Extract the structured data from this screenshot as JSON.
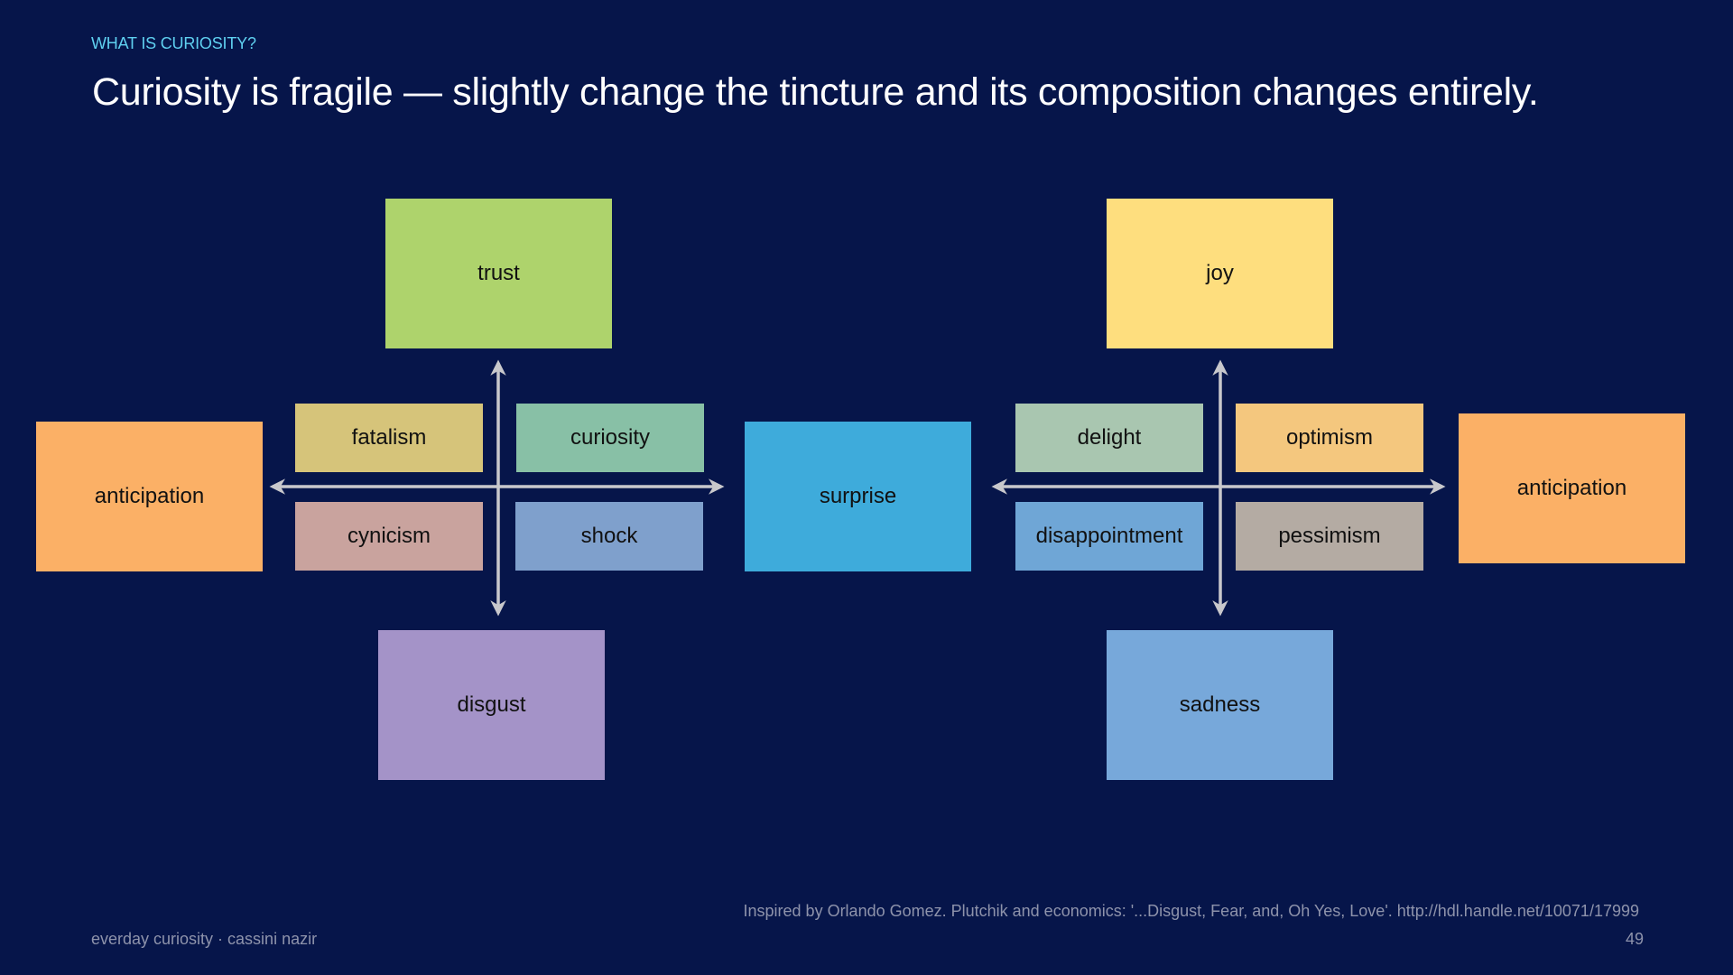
{
  "header": {
    "eyebrow": "WHAT IS CURIOSITY?",
    "title": "Curiosity is fragile — slightly change the tincture and its composition changes entirely."
  },
  "left_diagram": {
    "trust": {
      "label": "trust",
      "color": "#aed36c"
    },
    "anticipation": {
      "label": "anticipation",
      "color": "#fbb066"
    },
    "disgust": {
      "label": "disgust",
      "color": "#a493c8"
    },
    "fatalism": {
      "label": "fatalism",
      "color": "#d6c47a"
    },
    "curiosity": {
      "label": "curiosity",
      "color": "#88c0a6"
    },
    "cynicism": {
      "label": "cynicism",
      "color": "#c9a39e"
    },
    "shock": {
      "label": "shock",
      "color": "#7fa0cc"
    }
  },
  "center": {
    "surprise": {
      "label": "surprise",
      "color": "#3eabdb"
    }
  },
  "right_diagram": {
    "joy": {
      "label": "joy",
      "color": "#fede7e"
    },
    "anticipation": {
      "label": "anticipation",
      "color": "#fbb066"
    },
    "sadness": {
      "label": "sadness",
      "color": "#77a8da"
    },
    "delight": {
      "label": "delight",
      "color": "#a9c6b0"
    },
    "optimism": {
      "label": "optimism",
      "color": "#f4c77e"
    },
    "disappointment": {
      "label": "disappointment",
      "color": "#6fa6d6"
    },
    "pessimism": {
      "label": "pessimism",
      "color": "#b4aba3"
    }
  },
  "footer": {
    "brand": "everday curiosity · cassini nazir",
    "source": "Inspired by Orlando Gomez. Plutchik and economics: '...Disgust, Fear, and, Oh Yes, Love'. http://hdl.handle.net/10071/17999",
    "page_number": "49"
  }
}
